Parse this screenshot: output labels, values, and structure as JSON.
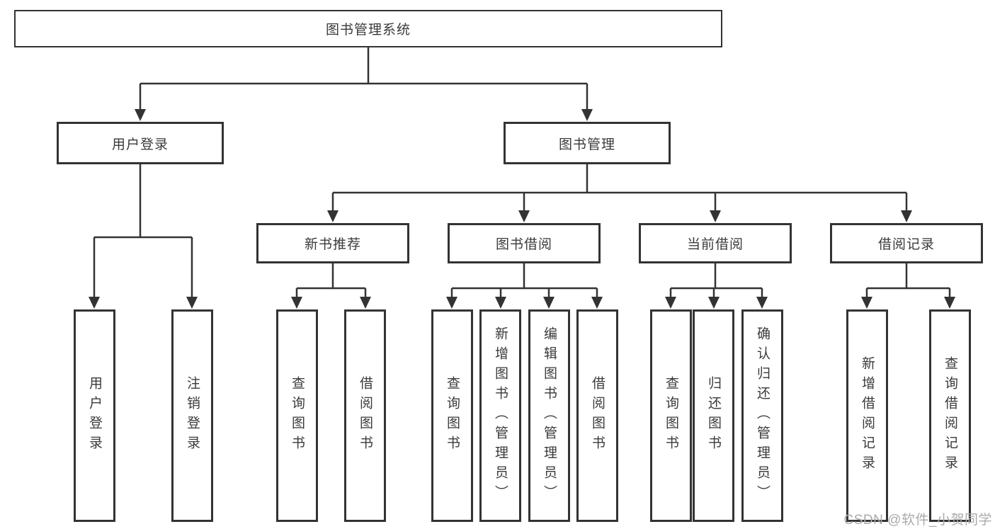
{
  "tree": {
    "root": "图书管理系统",
    "children": [
      {
        "label": "用户登录",
        "children": [
          {
            "label": "用户登录"
          },
          {
            "label": "注销登录"
          }
        ]
      },
      {
        "label": "图书管理",
        "children": [
          {
            "label": "新书推荐",
            "children": [
              {
                "label": "查询图书"
              },
              {
                "label": "借阅图书"
              }
            ]
          },
          {
            "label": "图书借阅",
            "children": [
              {
                "label": "查询图书"
              },
              {
                "label": "新增图书（管理员）"
              },
              {
                "label": "编辑图书（管理员）"
              },
              {
                "label": "借阅图书"
              }
            ]
          },
          {
            "label": "当前借阅",
            "children": [
              {
                "label": "查询图书"
              },
              {
                "label": "归还图书"
              },
              {
                "label": "确认归还（管理员）"
              }
            ]
          },
          {
            "label": "借阅记录",
            "children": [
              {
                "label": "新增借阅记录"
              },
              {
                "label": "查询借阅记录"
              }
            ]
          }
        ]
      }
    ]
  },
  "watermark": "CSDN @软件_小贺同学",
  "colors": {
    "line": "#333333",
    "text": "#3a3a3a",
    "watermark": "#aaaaaa",
    "background": "#ffffff"
  }
}
